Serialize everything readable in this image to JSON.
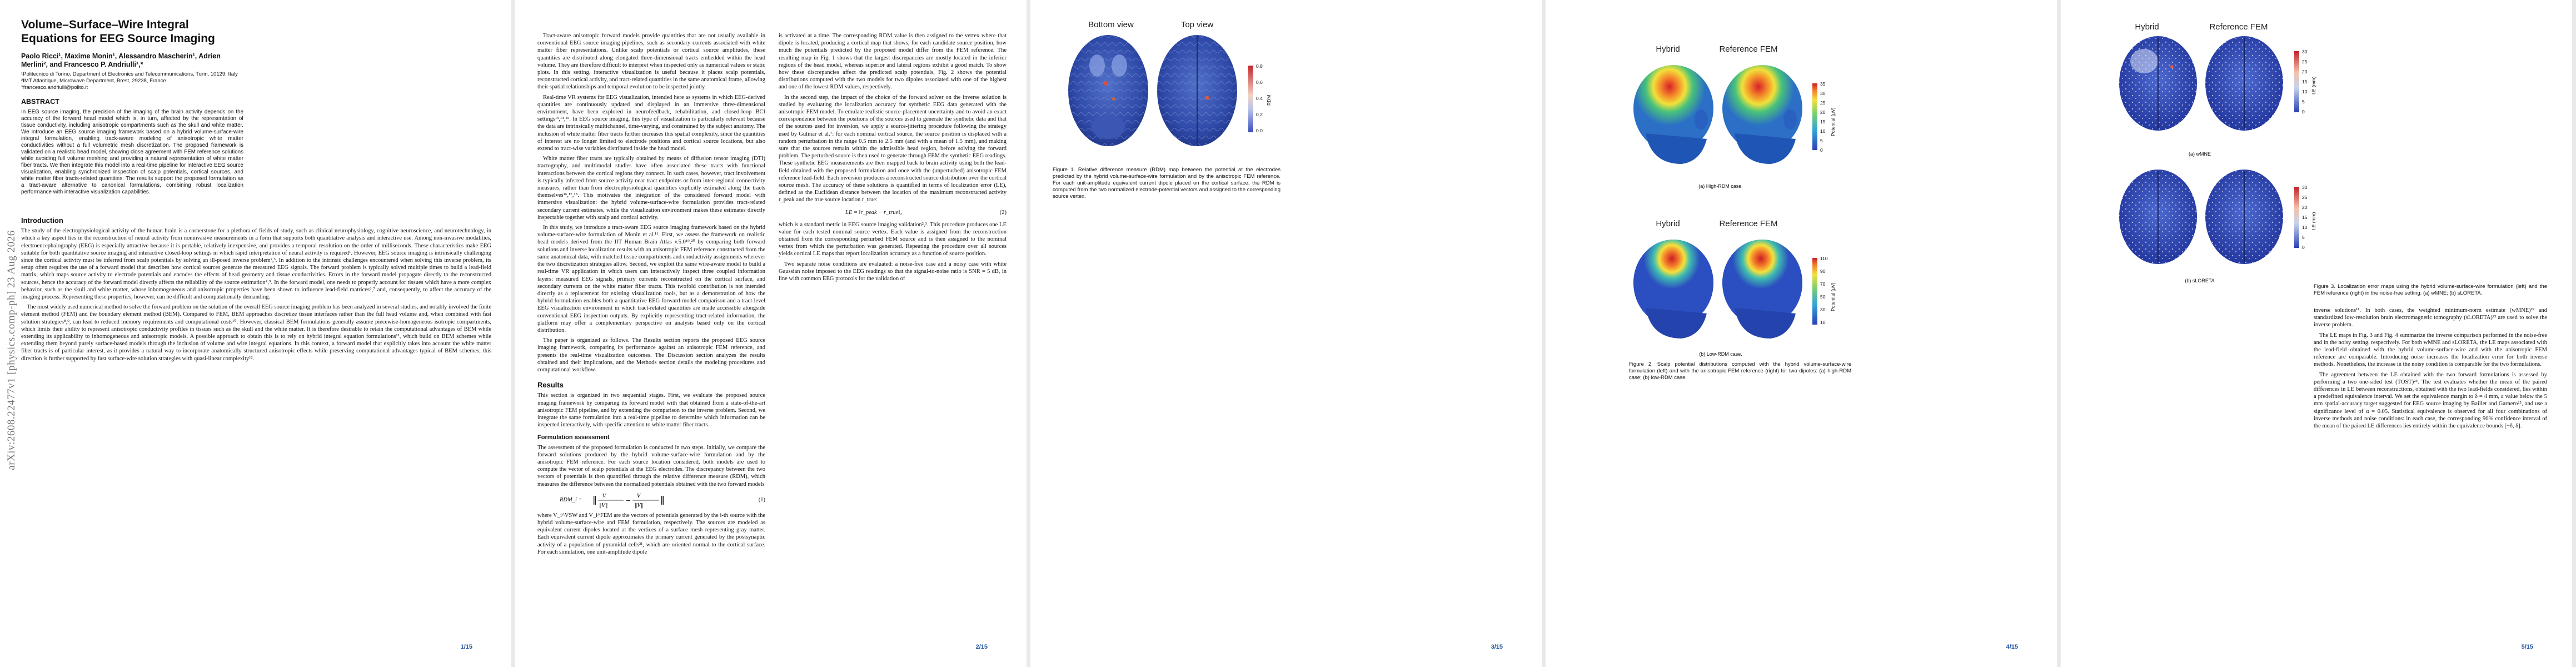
{
  "arxiv_id": "arXiv:2608.22477v1  [physics.comp-ph]  23 Aug 2026",
  "p1": {
    "title": "Volume–Surface–Wire Integral Equations for EEG Source Imaging",
    "authors": "Paolo Ricci¹, Maxime Monin¹, Alessandro Mascherin¹, Adrien Merlini², and Francesco P. Andriulli¹,*",
    "aff1": "¹Politecnico di Torino, Department of Electronics and Telecommunications, Turin, 10129, Italy",
    "aff2": "²IMT Atlantique, Microwave Department, Brest, 29238, France",
    "aff3": "*francesco.andriulli@polito.it",
    "abstract_heading": "ABSTRACT",
    "abstract": "In EEG source imaging, the precision of the imaging of the brain activity depends on the accuracy of the forward head model which is, in turn, affected by the representation of tissue conductivity, including anisotropic compartments such as the skull and white matter. We introduce an EEG source imaging framework based on a hybrid volume-surface-wire integral formulation, enabling track-aware modeling of anisotropic white matter conductivities without a full volumetric mesh discretization. The proposed framework is validated on a realistic head model, showing close agreement with FEM reference solutions while avoiding full volume meshing and providing a natural representation of white matter fiber tracts. We then integrate this model into a real-time pipeline for interactive EEG source visualization, enabling synchronized inspection of scalp potentials, cortical sources, and white matter fiber tracts-related quantities. The results support the proposed formulation as a tract-aware alternative to canonical formulations, combining robust localization performance with interactive visualization capabilities.",
    "intro_heading": "Introduction",
    "intro1": "The study of the electrophysiological activity of the human brain is a cornerstone for a plethora of fields of study, such as clinical neurophysiology, cognitive neuroscience, and neurotechnology, in which a key aspect lies in the reconstruction of neural activity from noninvasive measurements in a form that supports both quantitative analysis and interactive use. Among non-invasive modalities, electroencephalography (EEG) is especially attractive because it is portable, relatively inexpensive, and provides a temporal resolution on the order of milliseconds. These characteristics make EEG suitable for both quantitative source imaging and interactive closed-loop settings in which rapid interpretation of neural activity is required¹. However, EEG source imaging is intrinsically challenging since the cortical activity must be inferred from scalp potentials by solving an ill-posed inverse problem²,³. In addition to the intrinsic challenges encountered when solving this inverse problem, its setup often requires the use of a forward model that describes how cortical sources generate the measured EEG signals. The forward problem is typically solved multiple times to build a lead-field matrix, which maps source activity to electrode potentials and encodes the effects of head geometry and tissue conductivities. Errors in the forward model propagate directly to the reconstructed sources, hence the accuracy of the forward model directly affects the reliability of the source estimation⁴,⁵. In the forward model, one needs to properly account for tissues which have a more complex behavior, such as the skull and white matter, whose inhomogeneous and anisotropic properties have been shown to influence lead-field matrices⁶,⁷ and, consequently, to affect the accuracy of the imaging process. Representing these properties, however, can be difficult and computationally demanding.",
    "intro2": "The most widely used numerical method to solve the forward problem on the solution of the overall EEG source imaging problem has been analyzed in several studies, and notably involved the finite element method (FEM) and the boundary element method (BEM). Compared to FEM, BEM approaches discretize tissue interfaces rather than the full head volume and, when combined with fast solution strategies⁸,⁹, can lead to reduced memory requirements and computational costs¹⁰. However, classical BEM formulations generally assume piecewise-homogeneous isotropic compartments, which limits their ability to represent anisotropic conductivity profiles in tissues such as the skull and the white matter. It is therefore desirable to retain the computational advantages of BEM while extending its applicability to inhomogeneous and anisotropic models. A possible approach to obtain this is to rely on hybrid integral equation formulations¹¹, which build on BEM schemes while extending them beyond purely surface-based models through the inclusion of volume and wire integral equations. In this context, a forward model that explicitly takes into account the white matter fiber tracts is of particular interest, as it provides a natural way to incorporate anatomically structured anisotropic effects while preserving computational advantages typical of BEM schemes; this direction is further supported by fast surface-wire solution strategies with quasi-linear complexity¹².",
    "page_num": "1/15"
  },
  "p2": {
    "col1a": "Tract-aware anisotropic forward models provide quantities that are not usually available in conventional EEG source imaging pipelines, such as secondary currents associated with white matter fiber representations. Unlike scalp potentials or cortical source amplitudes, these quantities are distributed along elongated three-dimensional tracts embedded within the head volume. They are therefore difficult to interpret when inspected only as numerical values or static plots. In this setting, interactive visualization is useful because it places scalp potentials, reconstructed cortical activity, and tract-related quantities in the same anatomical frame, allowing their spatial relationships and temporal evolution to be inspected jointly.",
    "col1b": "Real-time VR systems for EEG visualization, intended here as systems in which EEG-derived quantities are continuously updated and displayed in an immersive three-dimensional environment, have been explored in neurofeedback, rehabilitation, and closed-loop BCI settings¹³,¹⁴,¹⁵. In EEG source imaging, this type of visualization is particularly relevant because the data are intrinsically multichannel, time-varying, and constrained by the subject anatomy. The inclusion of white matter fiber tracts further increases this spatial complexity, since the quantities of interest are no longer limited to electrode positions and cortical source locations, but also extend to tract-wise variables distributed inside the head model.",
    "col1c": "White matter fiber tracts are typically obtained by means of diffusion tensor imaging (DTI) tractography, and multimodal studies have often associated these tracts with functional interactions between the cortical regions they connect. In such cases, however, tract involvement is typically inferred from source activity near tract endpoints or from inter-regional connectivity measures, rather than from electrophysiological quantities explicitly estimated along the tracts themselves¹⁶,¹⁷,¹⁸. This motivates the integration of the considered forward model with immersive visualization: the hybrid volume-surface-wire formulation provides tract-related secondary current estimates, while the visualization environment makes these estimates directly inspectable together with scalp and cortical activity.",
    "col1d": "In this study, we introduce a tract-aware EEG source imaging framework based on the hybrid volume-surface-wire formulation of Monin et al.¹¹. First, we assess the framework on realistic head models derived from the IIT Human Brain Atlas v.5.0¹⁹,²⁰ by comparing both forward solutions and inverse localization results with an anisotropic FEM reference constructed from the same anatomical data, with matched tissue compartments and conductivity assignments wherever the two discretization strategies allow. Second, we exploit the same wire-aware model to build a real-time VR application in which users can interactively inspect three coupled information layers: measured EEG signals, primary currents reconstructed on the cortical surface, and secondary currents on the white matter fiber tracts. This twofold contribution is not intended directly as a replacement for existing visualization tools, but as a demonstration of how the hybrid formulation enables both a quantitative EEG forward-model comparison and a tract-level EEG visualization environment in which tract-related quantities are made accessible alongside conventional EEG inspection outputs. By explicitly representing tract-related information, the platform may offer a complementary perspective on analysis based only on the cortical distribution.",
    "col1e": "The paper is organized as follows. The Results section reports the proposed EEG source imaging framework, comparing its performance against an anisotropic FEM reference, and presents the real-time visualization outcomes. The Discussion section analyzes the results obtained and their implications, and the Methods section details the modeling procedures and computational workflow.",
    "results_heading": "Results",
    "results_p": "This section is organized in two sequential stages. First, we evaluate the proposed source imaging framework by comparing its forward model with that obtained from a state-of-the-art anisotropic FEM pipeline, and by extending the comparison to the inverse problem. Second, we integrate the same formulation into a real-time pipeline to determine which information can be inspected interactively, with specific attention to white matter fiber tracts.",
    "formulation_heading": "Formulation assessment",
    "form_p": "The assessment of the proposed formulation is conducted in two steps. Initially, we compare the forward solutions produced by the hybrid volume-surface-wire formulation and by the anisotropic FEM reference. For each source location considered, both models are used to compute the vector of scalp potentials at the EEG electrodes. The discrepancy between the two vectors of potentials is then quantified through the relative difference measure (RDM), which measures the difference between the normalized potentials obtained with the two forward models",
    "eq1_label": "RDM_i =",
    "eq1_num": "(1)",
    "where_p": "where V_i^VSW and V_i^FEM are the vectors of potentials generated by the i-th source with the hybrid volume-surface-wire and FEM formulation, respectively. The sources are modeled as equivalent current dipoles located at the vertices of a surface mesh representing gray matter. Each equivalent current dipole approximates the primary current generated by the postsynaptic activity of a population of pyramidal cells²¹, which are oriented normal to the cortical surface. For each simulation, one unit-amplitude dipole",
    "col2a": "is activated at a time. The corresponding RDM value is then assigned to the vertex where that dipole is located, producing a cortical map that shows, for each candidate source position, how much the potentials predicted by the proposed model differ from the FEM reference. The resulting map in Fig. 1 shows that the largest discrepancies are mostly located in the inferior regions of the head model, whereas superior and lateral regions exhibit a good match. To show how these discrepancies affect the predicted scalp potentials, Fig. 2 shows the potential distributions computed with the two models for two dipoles associated with one of the highest and one of the lowest RDM values, respectively.",
    "col2b": "In the second step, the impact of the choice of the forward solver on the inverse solution is studied by evaluating the localization accuracy for synthetic EEG data generated with the anisotropic FEM model. To emulate realistic source-placement uncertainty and to avoid an exact correspondence between the positions of the sources used to generate the synthetic data and that of the sources used for inversion, we apply a source-jittering procedure following the strategy used by Gulinar et al.⁷: for each nominal cortical source, the source position is displaced with a random perturbation in the range 0.5 mm to 2.5 mm (and with a mean of 1.5 mm), and making sure that the sources remain within the admissible head region, before solving the forward problem. The perturbed source is then used to generate through FEM the synthetic EEG readings. These synthetic EEG measurements are then mapped back to brain activity using both the lead-field obtained with the proposed formulation and once with the (unperturbed) anisotropic FEM reference lead-field. Each inversion produces a reconstructed source distribution over the cortical source mesh. The accuracy of these solutions is quantified in terms of localization error (LE), defined as the Euclidean distance between the location of the maximum reconstructed activity r_peak and the true source location r_true:",
    "eq2": "LE = ‖r_peak − r_true‖₂",
    "eq2_num": "(2)",
    "col2c": "which is a standard metric in EEG source imaging validation²,³. This procedure produces one LE value for each tested nominal source vertex. Each value is assigned from the reconstruction obtained from the corresponding perturbed FEM source and is then assigned to the nominal vertex from which the perturbation was generated. Repeating the procedure over all sources yields cortical LE maps that report localization accuracy as a function of source position.",
    "col2d": "Two separate noise conditions are evaluated: a noise-free case and a noisy case with white Gaussian noise imposed to the EEG readings so that the signal-to-noise ratio is SNR = 5 dB, in line with common EEG protocols for the validation of",
    "page_num": "2/15"
  },
  "p3": {
    "bottom_view": "Bottom view",
    "top_view": "Top view",
    "cbar_ticks": [
      "0.8",
      "0.6",
      "0.4",
      "0.2",
      "0.0"
    ],
    "cbar_title": "RDM",
    "fig1_caption": "Figure 1. Relative difference measure (RDM) map between the potential at the electrodes predicted by the hybrid volume-surface-wire formulation and by the anisotropic FEM reference. For each unit-amplitude equivalent current dipole placed on the cortical surface, the RDM is computed from the two normalized electrode-potential vectors and assigned to the corresponding source vertex.",
    "page_num": "3/15"
  },
  "p4": {
    "hybrid": "Hybrid",
    "reffem": "Reference FEM",
    "cbar_a_ticks": [
      "35",
      "30",
      "25",
      "20",
      "15",
      "10",
      "5",
      "0"
    ],
    "cbar_b_ticks": [
      "110",
      "90",
      "70",
      "50",
      "30",
      "10"
    ],
    "cbar_title": "Potential (μV)",
    "sub_a": "(a) High-RDM case.",
    "sub_b": "(b) Low-RDM case.",
    "fig2_caption": "Figure 2. Scalp potential distributions computed with the hybrid volume-surface-wire formulation (left) and with the anisotropic FEM reference (right) for two dipoles: (a) high-RDM case; (b) low-RDM case.",
    "page_num": "4/15"
  },
  "p5": {
    "hybrid": "Hybrid",
    "reffem": "Reference FEM",
    "cbar_ticks": [
      "30",
      "25",
      "20",
      "15",
      "10",
      "5",
      "0"
    ],
    "cbar_title": "LE (mm)",
    "sub_a": "(a) wMNE",
    "sub_b": "(b) sLORETA",
    "fig3_caption": "Figure 3. Localization error maps using the hybrid volume-surface-wire formulation (left) and the FEM reference (right) in the noise-free setting: (a) wMNE; (b) sLORETA.",
    "text1": "inverse solutions¹¹. In both cases, the weighted minimum-norm estimate (wMNE)²² and standardized low-resolution brain electromagnetic tomography (sLORETA)²³ are used to solve the inverse problem.",
    "text2": "The LE maps in Fig. 3 and Fig. 4 summarize the inverse comparison performed in the noise-free and in the noisy setting, respectively. For both wMNE and sLORETA, the LE maps associated with the lead-field obtained with the hybrid volume-surface-wire and with the anisotropic FEM reference are comparable. Introducing noise increases the localization error for both inverse methods. Nonetheless, the increase in the noisy condition is comparable for the two formulations.",
    "text3": "The agreement between the LE obtained with the two forward formulations is assessed by performing a two one-sided test (TOST)²⁴. The test evaluates whether the mean of the paired differences in LE between reconstructions, obtained with the two lead-fields considered, lies within a predefined equivalence interval. We set the equivalence margin to δ = 4 mm, a value below the 5 mm spatial-accuracy target suggested for EEG source imaging by Baillet and Garnero²⁵, and use a significance level of α = 0.05. Statistical equivalence is observed for all four combinations of inverse methods and noise conditions: in each case, the corresponding 90% confidence interval of the mean of the paired LE differences lies entirely within the equivalence bounds [−δ, δ].",
    "page_num": "5/15"
  }
}
